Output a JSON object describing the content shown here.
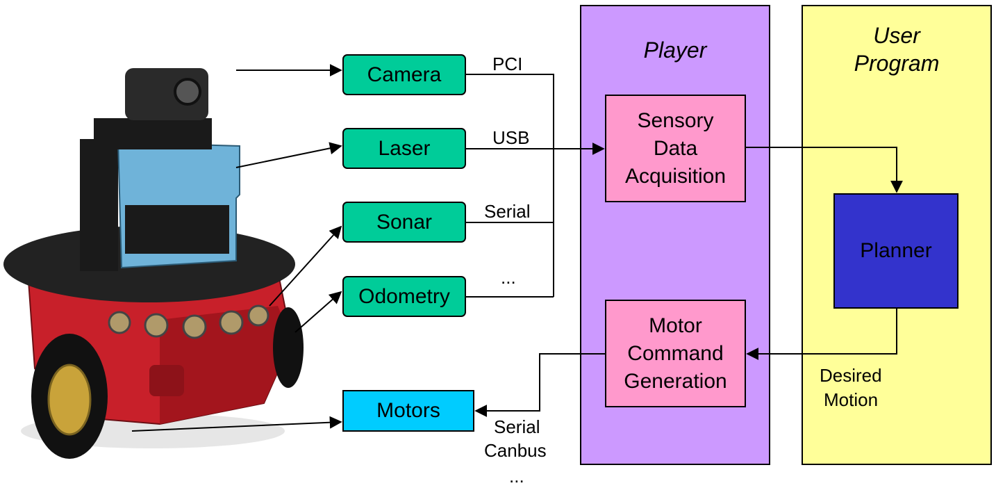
{
  "regions": {
    "player": {
      "title": "Player",
      "fill": "#cc99ff"
    },
    "user_program": {
      "title_line1": "User",
      "title_line2": "Program",
      "fill": "#ffff99"
    }
  },
  "sensors": [
    {
      "label": "Camera",
      "interface": "PCI"
    },
    {
      "label": "Laser",
      "interface": "USB"
    },
    {
      "label": "Sonar",
      "interface": "Serial"
    },
    {
      "label": "Odometry",
      "interface": "..."
    }
  ],
  "motors": {
    "label": "Motors",
    "interfaces": [
      "Serial",
      "Canbus",
      "..."
    ]
  },
  "player_modules": {
    "acquisition": [
      "Sensory",
      "Data",
      "Acquisition"
    ],
    "motor_command": [
      "Motor",
      "Command",
      "Generation"
    ]
  },
  "planner": {
    "label": "Planner",
    "fill": "#3333cc"
  },
  "desired_motion": [
    "Desired",
    "Motion"
  ],
  "colors": {
    "sensor_box": "#00cc99",
    "motors_box": "#00ccff",
    "module_box": "#ff99cc",
    "robot_body": "#c8202a"
  }
}
